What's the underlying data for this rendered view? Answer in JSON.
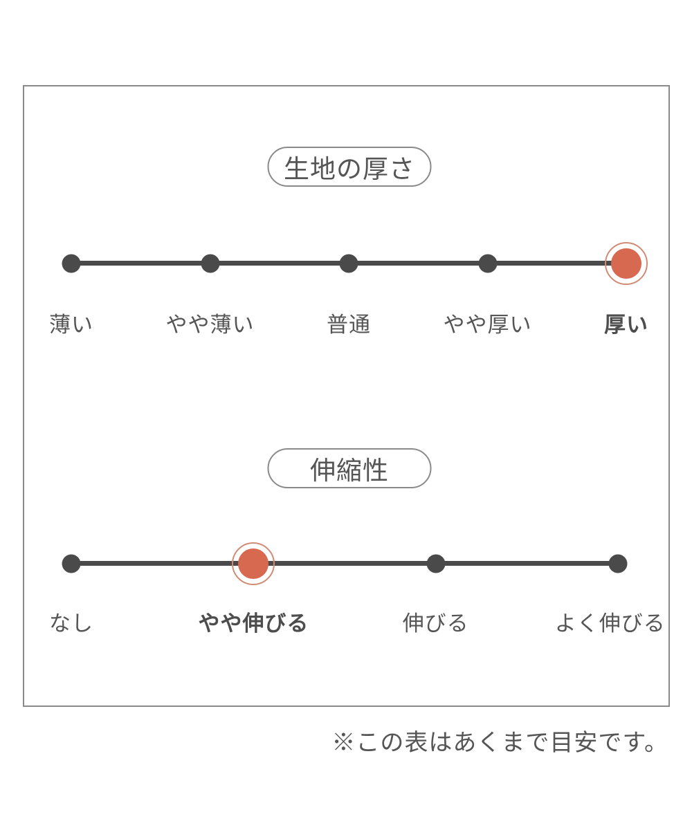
{
  "colors": {
    "ink": "#4a4a4a",
    "text": "#555555",
    "accent": "#d6694f",
    "accent_ring": "#d18a74",
    "frame_border": "#8a8a8a"
  },
  "note": {
    "text": "※この表はあくまで目安です。"
  },
  "scales": [
    {
      "title": "生地の厚さ",
      "options": [
        {
          "label": "薄い",
          "selected": false
        },
        {
          "label": "やや薄い",
          "selected": false
        },
        {
          "label": "普通",
          "selected": false
        },
        {
          "label": "やや厚い",
          "selected": false
        },
        {
          "label": "厚い",
          "selected": true
        }
      ]
    },
    {
      "title": "伸縮性",
      "options": [
        {
          "label": "なし",
          "selected": false
        },
        {
          "label": "やや伸びる",
          "selected": true
        },
        {
          "label": "伸びる",
          "selected": false
        },
        {
          "label": "よく伸びる",
          "selected": false
        }
      ]
    }
  ],
  "chart_data": [
    {
      "type": "scale",
      "title": "生地の厚さ",
      "categories": [
        "薄い",
        "やや薄い",
        "普通",
        "やや厚い",
        "厚い"
      ],
      "levels": 5,
      "selected": "厚い",
      "selected_index": 4
    },
    {
      "type": "scale",
      "title": "伸縮性",
      "categories": [
        "なし",
        "やや伸びる",
        "伸びる",
        "よく伸びる"
      ],
      "levels": 4,
      "selected": "やや伸びる",
      "selected_index": 1
    }
  ]
}
